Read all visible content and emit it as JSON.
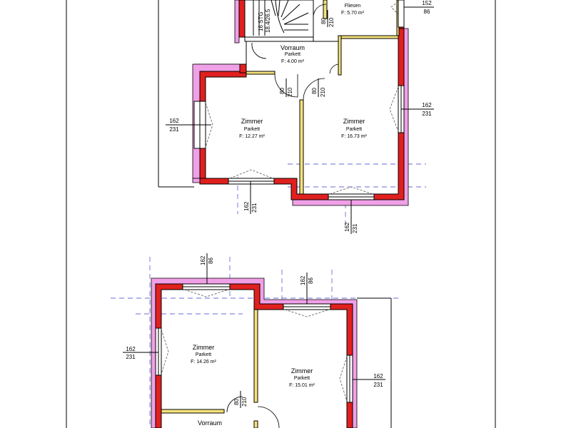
{
  "top_plan": {
    "rooms": [
      {
        "name": "Zimmer",
        "floor": "Parkett",
        "area": "F: 12.27 m²"
      },
      {
        "name": "Zimmer",
        "floor": "Parkett",
        "area": "F: 16.73 m²"
      },
      {
        "name": "Vorraum",
        "floor": "Parkett",
        "area": "F: 4.00 m²"
      },
      {
        "name": "Fliesen",
        "area": "F: 5.70 m²"
      }
    ],
    "stair_labels": [
      "16 STG",
      "18.4/26.5"
    ],
    "window_dims": [
      {
        "width": "162",
        "height": "231"
      },
      {
        "width": "162",
        "height": "231"
      },
      {
        "width": "162",
        "height": "231"
      },
      {
        "width": "162",
        "height": "231"
      },
      {
        "width": "152",
        "height": "86"
      }
    ],
    "door_dims": [
      {
        "width": "80",
        "height": "210"
      },
      {
        "width": "80",
        "height": "210"
      },
      {
        "width": "80",
        "height": "210"
      }
    ]
  },
  "bottom_plan": {
    "rooms": [
      {
        "name": "Zimmer",
        "floor": "Parkett",
        "area": "F: 14.26 m²"
      },
      {
        "name": "Zimmer",
        "floor": "Parkett",
        "area": "F: 15.01 m²"
      },
      {
        "name": "Vorraum"
      }
    ],
    "window_dims": [
      {
        "width": "162",
        "height": "86"
      },
      {
        "width": "162",
        "height": "86"
      },
      {
        "width": "162",
        "height": "231"
      },
      {
        "width": "162",
        "height": "231"
      }
    ],
    "door_dims": [
      {
        "width": "80",
        "height": "210"
      }
    ]
  }
}
